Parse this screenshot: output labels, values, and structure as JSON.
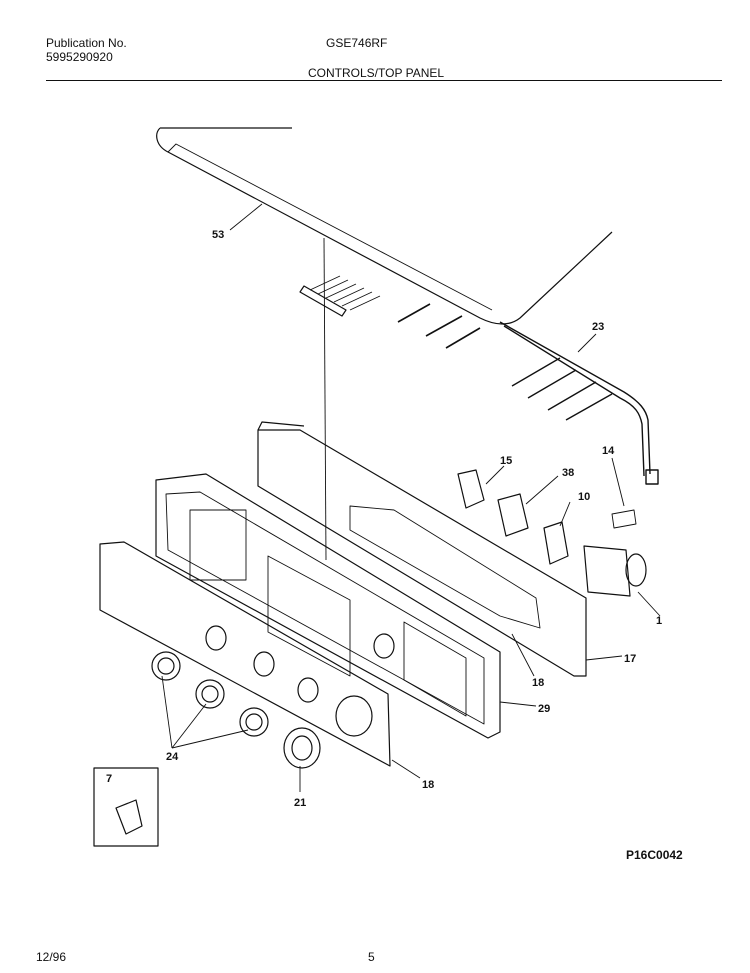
{
  "header": {
    "publication_label": "Publication No.",
    "publication_number": "5995290920",
    "model": "GSE746RF",
    "section_title": "CONTROLS/TOP PANEL"
  },
  "figure_code": "P16C0042",
  "footer": {
    "date": "12/96",
    "page": "5"
  },
  "callouts": {
    "c53": "53",
    "c23": "23",
    "c15": "15",
    "c38": "38",
    "c14": "14",
    "c10": "10",
    "c1": "1",
    "c17": "17",
    "c18a": "18",
    "c29": "29",
    "c18b": "18",
    "c24": "24",
    "c21": "21",
    "c7": "7"
  }
}
